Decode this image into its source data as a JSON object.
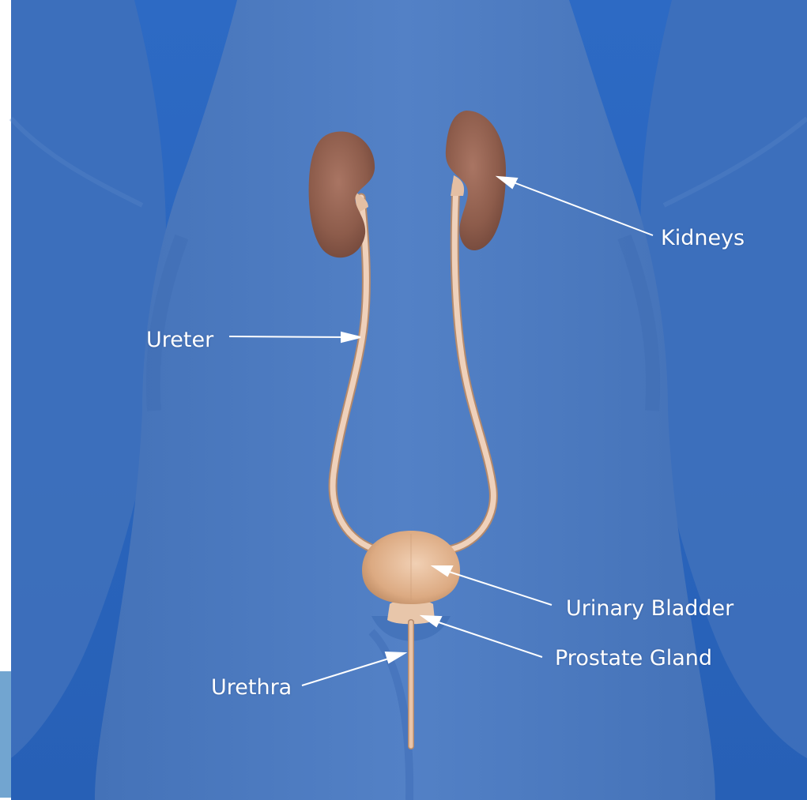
{
  "labels": {
    "kidneys": "Kidneys",
    "ureter": "Ureter",
    "urinary_bladder": "Urinary Bladder",
    "prostate_gland": "Prostate Gland",
    "urethra": "Urethra"
  },
  "colors": {
    "background": "#2a66bf",
    "body_silhouette": "#4d7ac0",
    "kidney": "#8f5e4c",
    "ureter": "#e9c4a8",
    "bladder": "#e3b48d",
    "label_text": "#ffffff"
  }
}
